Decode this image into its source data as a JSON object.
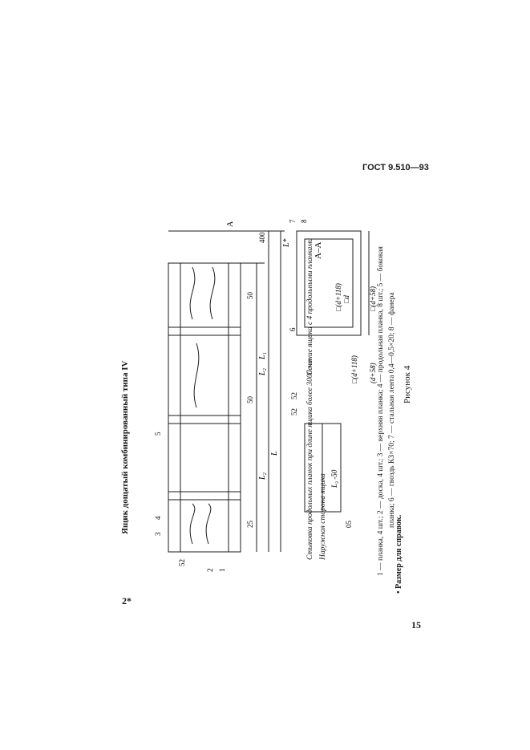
{
  "header": {
    "standard": "ГОСТ 9.510—93"
  },
  "title": "Ящик дощатый комбинированный типа IV",
  "drawing": {
    "section_label": "А–А",
    "section_mark": "А",
    "dims": {
      "d400": "400",
      "d50a": "50",
      "d50b": "50",
      "d25": "25",
      "d52a": "52",
      "d52b": "52",
      "d52c": "52",
      "d05": "05",
      "L": "L",
      "L1": "L₁",
      "L2a": "L₂",
      "L2b": "L₂",
      "Lstar": "L*",
      "L2_50": "L₂ -50",
      "cd": "□d",
      "cd_118": "□(d+118)",
      "cd_b": "□(d+118)",
      "bd": "□(d+58)",
      "bd_b": "(d+58)"
    },
    "callouts": [
      "1",
      "2",
      "3",
      "4",
      "5",
      "6",
      "7",
      "8"
    ],
    "note_joint": "Стыковка продольных планок при длине ящика более 3000 мм",
    "note_outside": "Наружная сторона ящика",
    "note_section": "Сечение ящика с 4 продольными планками"
  },
  "legend": {
    "line1": "1 — планка, 4 шт.; 2 — доска, 4 шт.; 3 — верхняя планка; 4 — продольная планка, 8 шт.; 5 — боковая",
    "line2": "планка; 6 — гвоздь КЗ×70; 7 — стальная лента 0,4—0,5×20; 8 — фанера"
  },
  "figure_caption": "Рисунок 4",
  "footnote": "• Размер для справок.",
  "footer": {
    "sheet_mark": "2*",
    "page_number": "15"
  }
}
